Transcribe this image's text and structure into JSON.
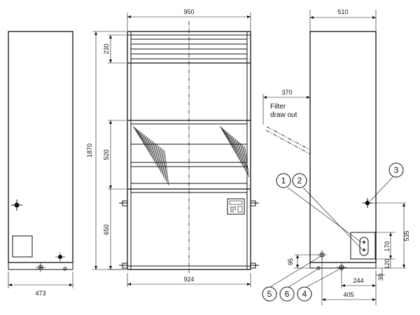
{
  "dimensions": {
    "side_left_width": "473",
    "front_width_top": "950",
    "front_width_bottom": "924",
    "front_height_total": "1870",
    "front_seg_top": "230",
    "front_seg_mid": "520",
    "front_seg_bottom": "650",
    "right_width": "510",
    "filter_draw": "370",
    "pipe_h1": "535",
    "pipe_h2": "170",
    "pipe_h3": "120",
    "pipe_h4": "95",
    "pipe_h5": "30",
    "pipe_w1": "244",
    "pipe_w2": "405"
  },
  "notes": {
    "filter_line1": "Filter",
    "filter_line2": "draw out"
  },
  "callouts": [
    "1",
    "2",
    "3",
    "4",
    "5",
    "6"
  ]
}
